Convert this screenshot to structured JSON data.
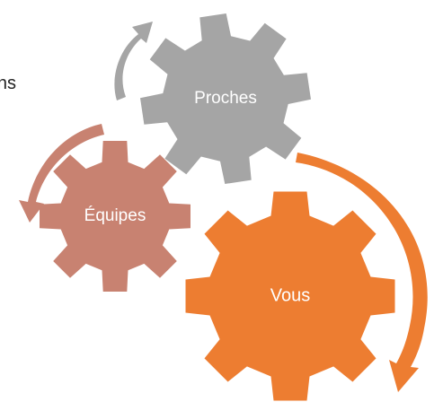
{
  "stray_text": "ns",
  "gears": [
    {
      "id": "proches",
      "label": "Proches",
      "color": "#A5A5A5"
    },
    {
      "id": "equipes",
      "label": "Équipes",
      "color": "#C88271"
    },
    {
      "id": "vous",
      "label": "Vous",
      "color": "#ED7D31"
    }
  ],
  "arrows": [
    {
      "id": "proches-arrow",
      "color": "#A5A5A5"
    },
    {
      "id": "equipes-arrow",
      "color": "#C88271"
    },
    {
      "id": "vous-arrow",
      "color": "#ED7D31"
    }
  ]
}
